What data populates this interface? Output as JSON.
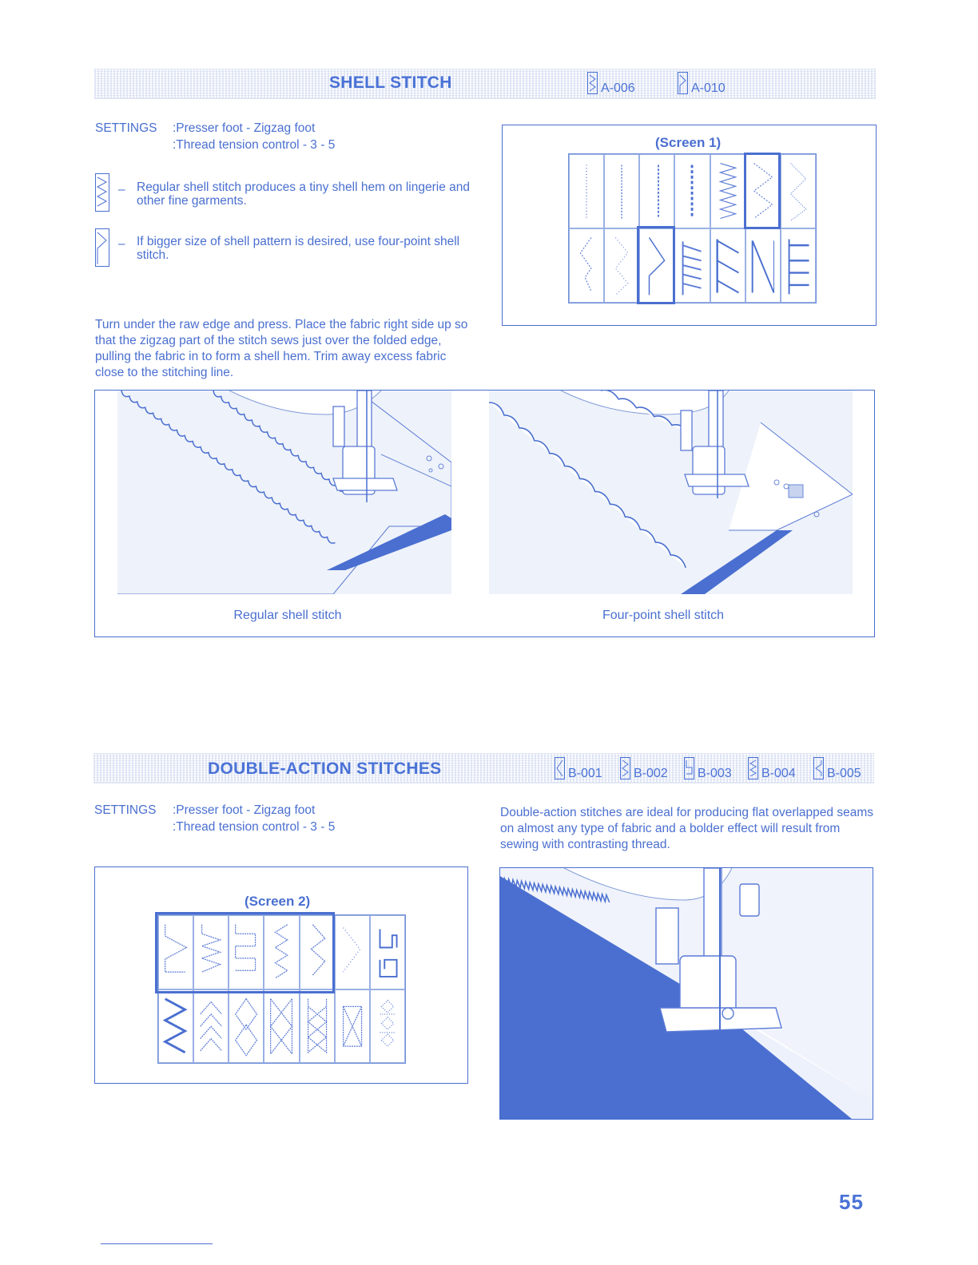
{
  "shell": {
    "title": "SHELL STITCH",
    "codes": [
      "A-006",
      "A-010"
    ],
    "settings_label": "SETTINGS",
    "settings_line1": ":Presser foot - Zigzag foot",
    "settings_line2": ":Thread tension control - 3 - 5",
    "item1_dash": "–",
    "item1_text": "Regular shell stitch produces a tiny shell hem on lingerie and other fine garments.",
    "item2_dash": "–",
    "item2_text": "If bigger size of shell pattern is desired, use four-point shell stitch.",
    "paragraph": "Turn under the raw edge and press. Place the fabric right side up so that the zigzag part of the stitch sews just over the folded edge, pulling the fabric in to form a shell hem. Trim away excess fabric close to the stitching line.",
    "screen_label": "(Screen 1)",
    "caption_left": "Regular shell stitch",
    "caption_right": "Four-point shell stitch"
  },
  "double": {
    "title": "DOUBLE-ACTION STITCHES",
    "codes": [
      "B-001",
      "B-002",
      "B-003",
      "B-004",
      "B-005"
    ],
    "settings_label": "SETTINGS",
    "settings_line1": ":Presser foot - Zigzag foot",
    "settings_line2": ":Thread tension control - 3 - 5",
    "paragraph": "Double-action stitches are ideal for producing flat overlapped seams on almost any type of fabric and a bolder effect will result from sewing with contrasting thread.",
    "screen_label": "(Screen 2)"
  },
  "page_number": "55",
  "colors": {
    "accent": "#4a6fd0",
    "fabric": "#4a6fd0"
  }
}
